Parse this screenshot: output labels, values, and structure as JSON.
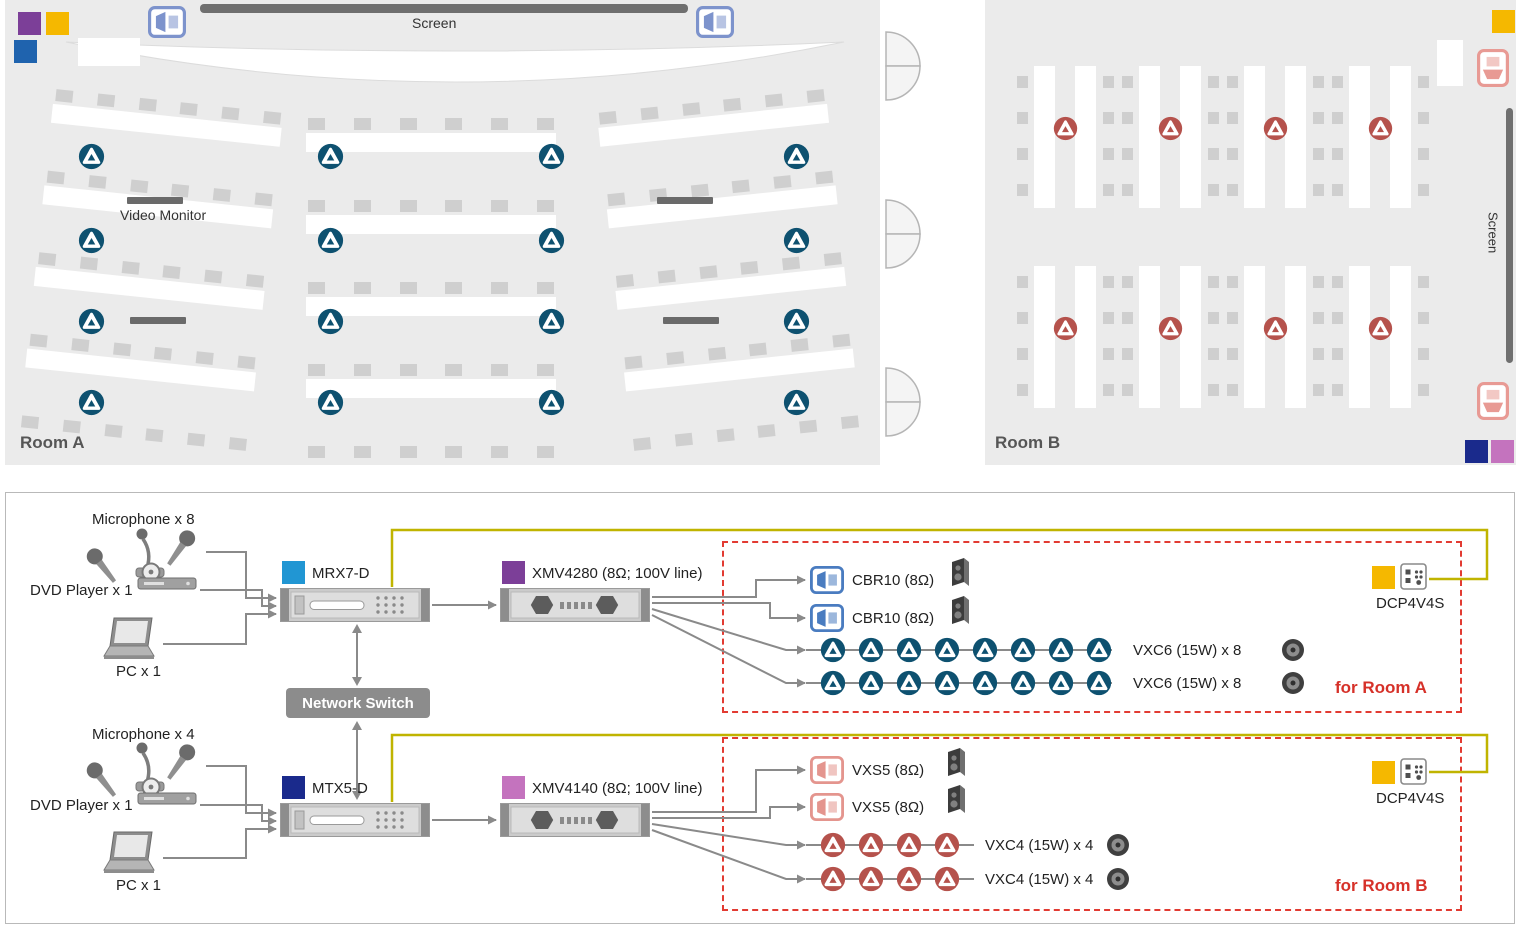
{
  "floorplan": {
    "room_a": {
      "label": "Room A",
      "screen_label": "Screen",
      "video_monitor_label": "Video Monitor"
    },
    "room_b": {
      "label": "Room B",
      "screen_label": "Screen"
    }
  },
  "system": {
    "room_a_chain": {
      "microphone_label": "Microphone x 8",
      "dvd_label": "DVD Player x 1",
      "pc_label": "PC x 1",
      "processor_label": "MRX7-D",
      "amp_label": "XMV4280 (8Ω; 100V line)",
      "output1_label": "CBR10 (8Ω)",
      "output2_label": "CBR10 (8Ω)",
      "output3_label": "VXC6 (15W) x 8",
      "output4_label": "VXC6 (15W) x 8",
      "controller_label": "DCP4V4S",
      "zone_label": "for Room A"
    },
    "network_switch_label": "Network Switch",
    "room_b_chain": {
      "microphone_label": "Microphone x 4",
      "dvd_label": "DVD Player x 1",
      "pc_label": "PC x 1",
      "processor_label": "MTX5-D",
      "amp_label": "XMV4140 (8Ω; 100V line)",
      "output1_label": "VXS5 (8Ω)",
      "output2_label": "VXS5 (8Ω)",
      "output3_label": "VXC4 (15W) x 4",
      "output4_label": "VXC4 (15W) x 4",
      "controller_label": "DCP4V4S",
      "zone_label": "for Room B"
    }
  },
  "colors": {
    "vxc6": "#0e5170",
    "vxc4": "#b5524c",
    "cbr10": "#4a7cc0",
    "vxs5": "#e4958e",
    "room_wall_spk_a": "#7d93cc",
    "room_wall_spk_b": "#e89a94",
    "mrx7d": "#2196d3",
    "mtx5d": "#1a2a8c",
    "xmv4280": "#7c3f98",
    "xmv4140": "#c473be",
    "dcp": "#f5b800",
    "room_a_chip_blue": "#1f63ae",
    "accent_red": "#d63129",
    "control_line": "#c0b400"
  }
}
